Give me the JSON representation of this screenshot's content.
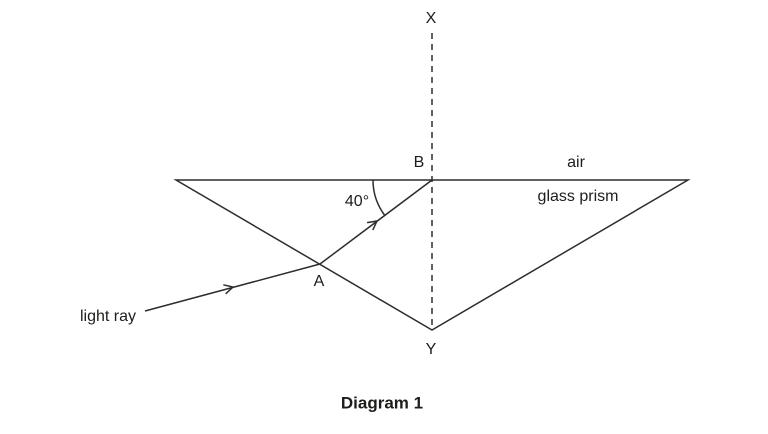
{
  "diagram": {
    "caption": "Diagram 1",
    "labels": {
      "normal_top": "X",
      "point_b": "B",
      "point_a": "A",
      "point_y": "Y",
      "medium_above": "air",
      "medium_below": "glass prism",
      "angle_value": "40°",
      "ray_name": "light ray"
    },
    "colors": {
      "ink": "#2e2d2c",
      "text": "#1d1d1b",
      "background": "#ffffff"
    }
  }
}
